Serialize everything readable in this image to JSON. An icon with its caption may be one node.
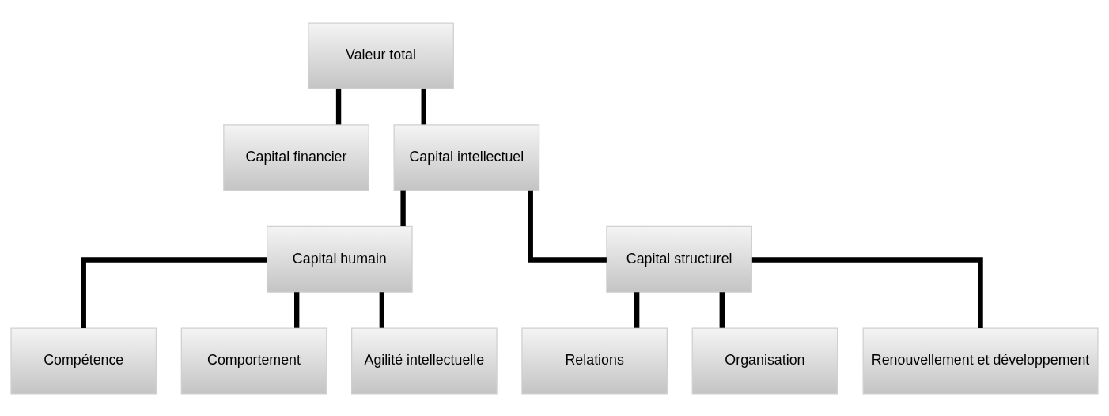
{
  "diagram": {
    "nodes": [
      {
        "text": [
          "Valeur total"
        ]
      },
      {
        "text": [
          "Capital financier"
        ]
      },
      {
        "text": [
          "Capital intellectuel"
        ]
      },
      {
        "text": [
          "Capital humain"
        ]
      },
      {
        "text": [
          "Capital structurel"
        ]
      },
      {
        "text": [
          "Compétence"
        ]
      },
      {
        "text": [
          "Comportement"
        ]
      },
      {
        "text": [
          "Agilité intellectuelle"
        ]
      },
      {
        "text": [
          "Relations"
        ]
      },
      {
        "text": [
          "Organisation"
        ]
      },
      {
        "text": [
          "Renouvellement et développement"
        ]
      }
    ],
    "edges": [
      {
        "from": 0,
        "to": 1,
        "arrow": "none"
      },
      {
        "from": 0,
        "to": 2,
        "arrow": "none"
      },
      {
        "from": 2,
        "to": 3,
        "arrow": "none"
      },
      {
        "from": 2,
        "to": 4,
        "arrow": "none"
      },
      {
        "from": 3,
        "to": 5,
        "arrow": "none"
      },
      {
        "from": 3,
        "to": 6,
        "arrow": "none"
      },
      {
        "from": 3,
        "to": 7,
        "arrow": "none"
      },
      {
        "from": 4,
        "to": 8,
        "arrow": "none"
      },
      {
        "from": 4,
        "to": 9,
        "arrow": "none"
      },
      {
        "from": 4,
        "to": 10,
        "arrow": "none"
      }
    ]
  }
}
